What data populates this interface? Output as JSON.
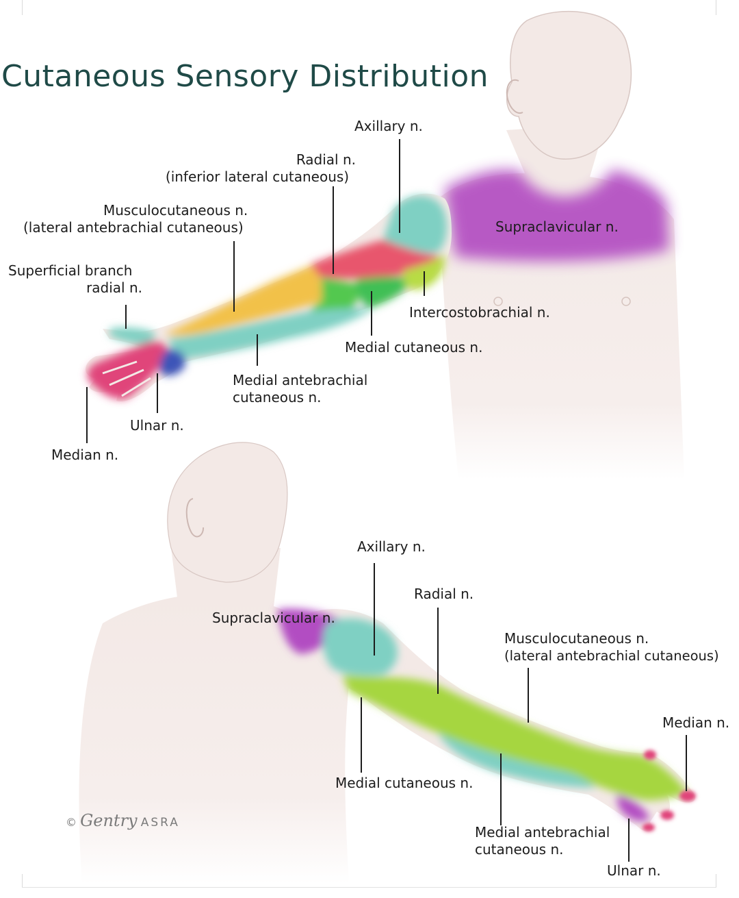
{
  "title": "Cutaneous Sensory Distribution",
  "colors": {
    "title": "#1f4a47",
    "skin": "#f3e9e6",
    "supraclavicular": "#b24dc2",
    "axillary": "#7fd0c3",
    "radial_front": "#e8566d",
    "musculocutaneous": "#f2c14a",
    "medial_antebrachial": "#7fd0c3",
    "medial_cutaneous": "#3fbf55",
    "intercostobrachial": "#b8dc45",
    "median": "#e0457a",
    "ulnar": "#3d55b8",
    "radial_back": "#a6d640",
    "leader_line": "#1c1c1c"
  },
  "front_view": {
    "labels": {
      "axillary": "Axillary n.",
      "radial": [
        "Radial n.",
        "(inferior lateral cutaneous)"
      ],
      "musculocutaneous": [
        "Musculocutaneous n.",
        "(lateral antebrachial cutaneous)"
      ],
      "superficial_radial": [
        "Superficial branch",
        "radial n."
      ],
      "supraclavicular": "Supraclavicular n.",
      "intercostobrachial": "Intercostobrachial n.",
      "medial_cutaneous": "Medial cutaneous n.",
      "medial_antebrachial": [
        "Medial antebrachial",
        "cutaneous n."
      ],
      "ulnar": "Ulnar n.",
      "median": "Median n."
    }
  },
  "back_view": {
    "labels": {
      "axillary": "Axillary n.",
      "radial": "Radial n.",
      "supraclavicular": "Supraclavicular n.",
      "musculocutaneous": [
        "Musculocutaneous n.",
        "(lateral antebrachial cutaneous)"
      ],
      "median": "Median n.",
      "medial_cutaneous": "Medial cutaneous n.",
      "medial_antebrachial": [
        "Medial antebrachial",
        "cutaneous n."
      ],
      "ulnar": "Ulnar n."
    }
  },
  "copyright": {
    "symbol": "©",
    "signature": "Gentry",
    "org": "ASRA"
  }
}
